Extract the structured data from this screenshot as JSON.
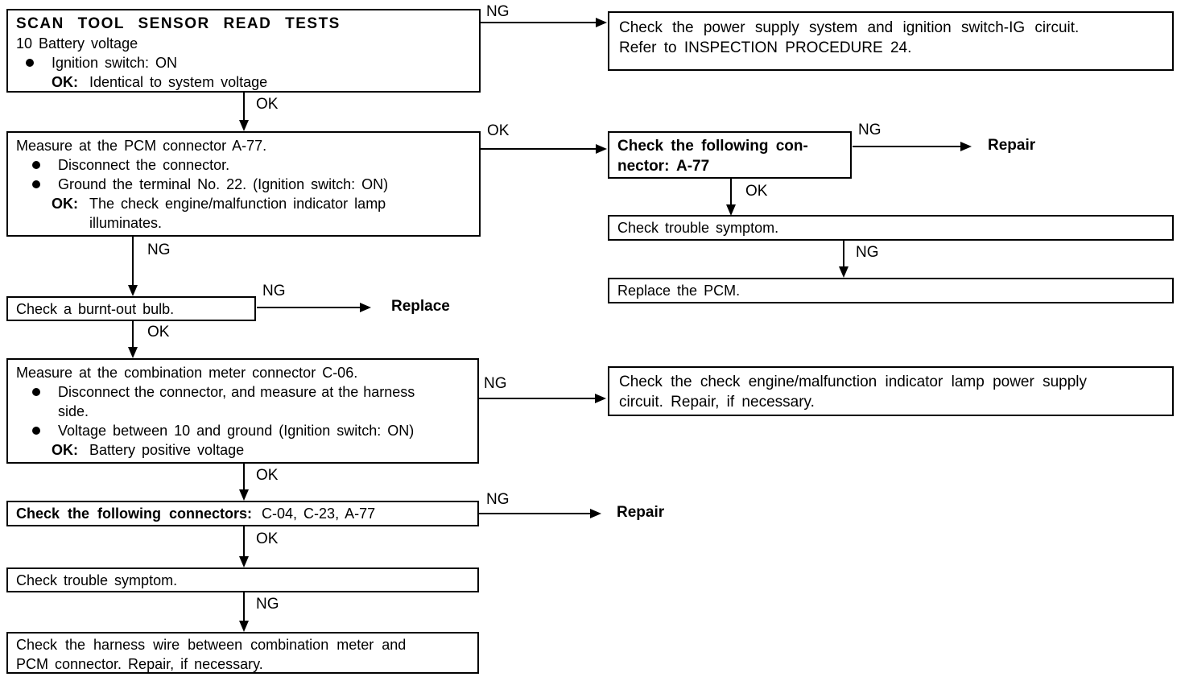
{
  "boxes": {
    "start": {
      "title": "SCAN TOOL SENSOR READ TESTS",
      "subtitle": "10 Battery voltage",
      "bullet1": "Ignition switch: ON",
      "ok_label": "OK:",
      "ok_text": "Identical to system voltage"
    },
    "power_supply": {
      "line1": "Check the power supply system and ignition switch-IG circuit.",
      "line2": "Refer to INSPECTION PROCEDURE 24."
    },
    "pcm_measure": {
      "title": "Measure at the PCM connector A-77.",
      "bullet1": "Disconnect the connector.",
      "bullet2": "Ground the terminal No. 22. (Ignition switch: ON)",
      "ok_label": "OK:",
      "ok_lines": [
        "The check engine/malfunction indicator lamp",
        "illuminates."
      ]
    },
    "connector_a77": {
      "lines": [
        "Check the following con-",
        "nector: A-77"
      ]
    },
    "trouble_symptom_1": {
      "text": "Check trouble symptom."
    },
    "replace_pcm": {
      "text": "Replace the PCM."
    },
    "burnt_bulb": {
      "text": "Check a burnt-out bulb."
    },
    "meter_measure": {
      "title": "Measure at the combination meter connector C-06.",
      "bullet1_lines": [
        "Disconnect the connector, and measure at the harness",
        "side."
      ],
      "bullet2": "Voltage between 10 and ground (Ignition switch: ON)",
      "ok_label": "OK:",
      "ok_text": "Battery positive voltage"
    },
    "lamp_power": {
      "line1": "Check the check engine/malfunction indicator lamp power supply",
      "line2": "circuit. Repair, if necessary."
    },
    "connectors_check": {
      "bold": "Check the following connectors:",
      "rest": "C-04, C-23, A-77"
    },
    "trouble_symptom_2": {
      "text": "Check trouble symptom."
    },
    "harness_wire": {
      "line1": "Check the harness wire between combination meter and",
      "line2": "PCM connector. Repair, if necessary."
    }
  },
  "edges": {
    "start_ng": "NG",
    "start_ok": "OK",
    "pcm_ok": "OK",
    "conn_a77_ng": "NG",
    "conn_a77_ok": "OK",
    "trouble1_ng": "NG",
    "pcm_ng": "NG",
    "bulb_ng": "NG",
    "bulb_ok": "OK",
    "meter_ng": "NG",
    "meter_ok": "OK",
    "connectors_ng": "NG",
    "connectors_ok": "OK",
    "trouble2_ng": "NG"
  },
  "terminals": {
    "repair1": "Repair",
    "replace": "Replace",
    "repair2": "Repair"
  },
  "colors": {
    "ink": "#000000",
    "paper": "#ffffff"
  }
}
